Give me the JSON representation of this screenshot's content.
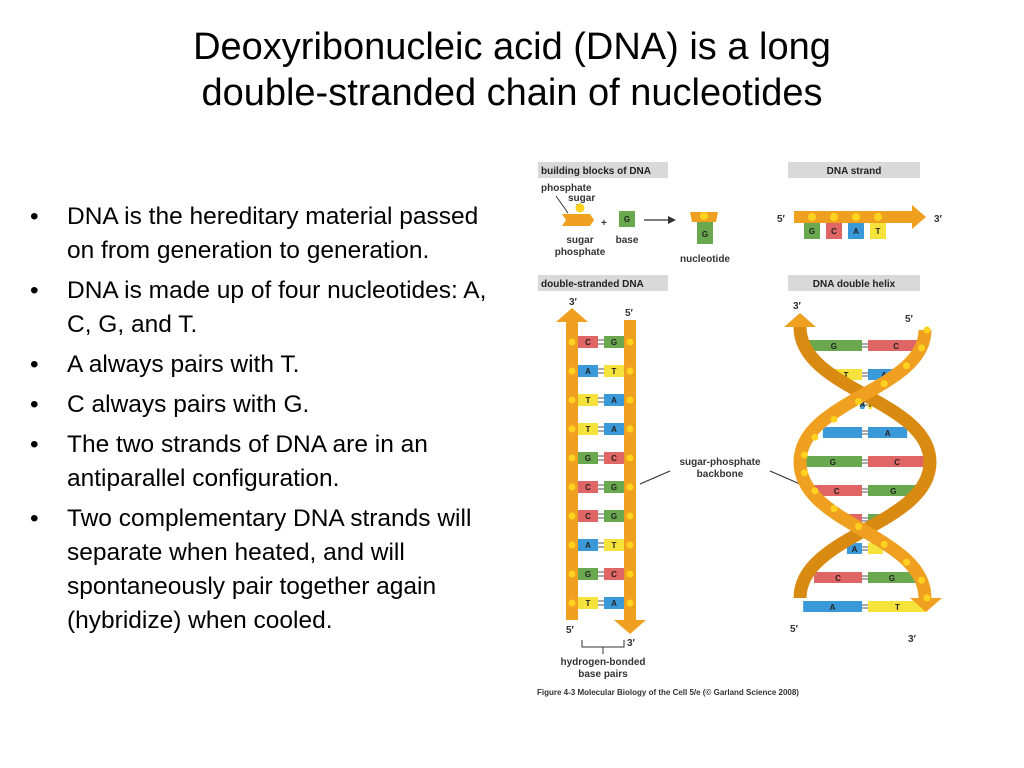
{
  "title": {
    "line1": "Deoxyribonucleic acid (DNA) is a long",
    "line2": "double-stranded chain of nucleotides"
  },
  "bullets": [
    {
      "marker": "•",
      "text": "DNA is the hereditary material passed on from generation to generation."
    },
    {
      "marker": "•",
      "text": "DNA is made up of four nucleotides: A, C, G, and T."
    },
    {
      "marker": "•",
      "text": "A always pairs with T."
    },
    {
      "marker": "•",
      "text": "C always pairs with G."
    },
    {
      "marker": "•",
      "text": "The two strands of DNA are in an antiparallel configuration."
    },
    {
      "marker": "•",
      "text": "Two complementary DNA strands will separate when heated, and will spontaneously pair together again (hybridize) when cooled."
    }
  ],
  "figure": {
    "headers": {
      "building_blocks": "building blocks of DNA",
      "strand": "DNA strand",
      "double_stranded": "double-stranded DNA",
      "helix": "DNA double helix"
    },
    "labels": {
      "phosphate": "phosphate",
      "sugar": "sugar",
      "plus": "+",
      "base_letter": "G",
      "sugar_phosphate_1": "sugar",
      "sugar_phosphate_2": "phosphate",
      "base": "base",
      "nucleotide": "nucleotide",
      "backbone_1": "sugar-phosphate",
      "backbone_2": "backbone",
      "hbond_1": "hydrogen-bonded",
      "hbond_2": "base pairs",
      "five_prime": "5′",
      "three_prime": "3′"
    },
    "strand_bases": [
      "G",
      "C",
      "A",
      "T"
    ],
    "ds_pairs": [
      [
        "C",
        "G"
      ],
      [
        "A",
        "T"
      ],
      [
        "T",
        "A"
      ],
      [
        "T",
        "A"
      ],
      [
        "G",
        "C"
      ],
      [
        "C",
        "G"
      ],
      [
        "C",
        "G"
      ],
      [
        "A",
        "T"
      ],
      [
        "G",
        "C"
      ],
      [
        "T",
        "A"
      ]
    ],
    "helix_pairs": [
      [
        "G",
        "C"
      ],
      [
        "T",
        "A"
      ],
      [
        "A",
        "T"
      ],
      [
        "",
        "A"
      ],
      [
        "G",
        "C"
      ],
      [
        "C",
        "G"
      ],
      [
        "C",
        "G"
      ],
      [
        "A",
        ""
      ],
      [
        "C",
        "G"
      ],
      [
        "A",
        "T"
      ]
    ],
    "caption": "Figure 4-3  Molecular Biology of the Cell 5/e (© Garland Science 2008)",
    "colors": {
      "backbone": "#f0a020",
      "backbone_dark": "#d98a10",
      "phosphate_dot": "#ffd21f",
      "header_bg": "#d9d9d9",
      "A": "#3a9ad9",
      "T": "#f5e23a",
      "G": "#6aa84f",
      "C": "#e06666"
    }
  }
}
